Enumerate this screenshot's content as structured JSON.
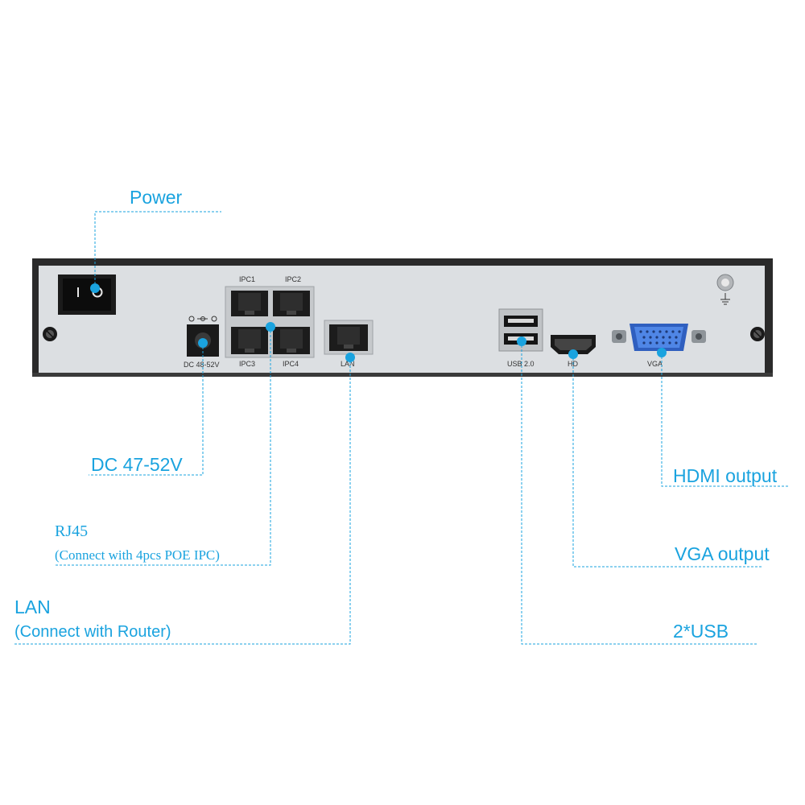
{
  "colors": {
    "accent": "#1aa3df",
    "chassis": "#2a2a2a",
    "panel": "#dcdfe2",
    "vga_blue": "#3a6fd0"
  },
  "icons": {
    "power_switch": "rocker-switch-icon",
    "ground": "ground-symbol-icon",
    "dc_polarity": "dc-polarity-icon"
  },
  "panel_labels": {
    "ipc1": "IPC1",
    "ipc2": "IPC2",
    "ipc3": "IPC3",
    "ipc4": "IPC4",
    "lan": "LAN",
    "dc": "DC 48-52V",
    "usb": "USB 2.0",
    "hd": "HD",
    "vga": "VGA"
  },
  "callouts": {
    "power": "Power",
    "dc": "DC 47-52V",
    "rj45_title": "RJ45",
    "rj45_sub": "(Connect with 4pcs POE IPC)",
    "lan_title": "LAN",
    "lan_sub": "(Connect with Router)",
    "hdmi": "HDMI output",
    "vga": "VGA output",
    "usb": "2*USB"
  }
}
